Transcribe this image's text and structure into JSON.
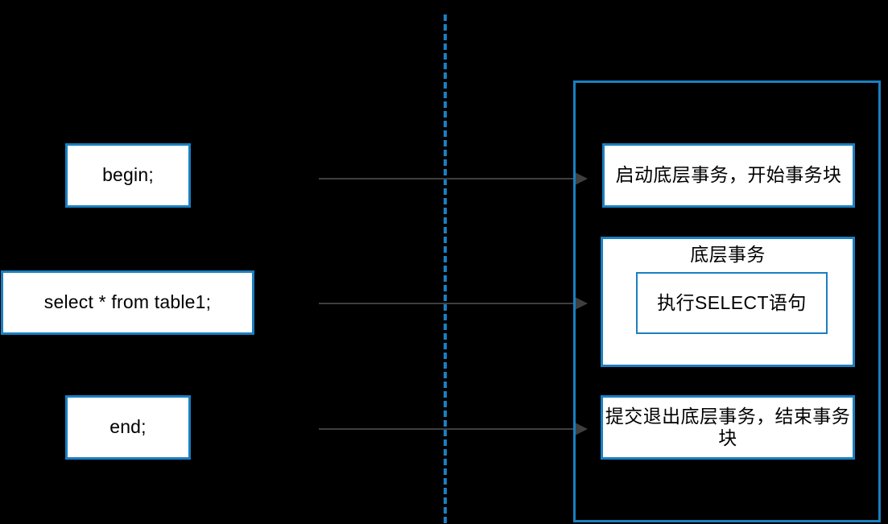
{
  "diagram": {
    "type": "flow-diagram",
    "colors": {
      "background": "#000000",
      "box_fill": "#ffffff",
      "box_border": "#1a7fc1",
      "divider": "#1a7fc1",
      "arrow": "#3f3f3f",
      "text": "#000000"
    },
    "client_side": {
      "statements": [
        {
          "id": "begin",
          "label": "begin;"
        },
        {
          "id": "select",
          "label": "select * from table1;"
        },
        {
          "id": "end",
          "label": "end;"
        }
      ]
    },
    "divider": {
      "style": "dashed-vertical"
    },
    "server_side": {
      "container_label": "",
      "steps": [
        {
          "id": "start-transaction",
          "label": "启动底层事务，开始事务块"
        },
        {
          "id": "bottom-transaction",
          "label": "底层事务",
          "nested": {
            "id": "exec-select",
            "label": "执行SELECT语句"
          }
        },
        {
          "id": "commit-transaction",
          "label": "提交退出底层事务，结束事务块"
        }
      ]
    },
    "arrows": [
      {
        "id": "arrow-begin-to-start",
        "from": "begin",
        "to": "start-transaction"
      },
      {
        "id": "arrow-select-to-exec",
        "from": "select",
        "to": "bottom-transaction"
      },
      {
        "id": "arrow-end-to-commit",
        "from": "end",
        "to": "commit-transaction"
      }
    ]
  }
}
